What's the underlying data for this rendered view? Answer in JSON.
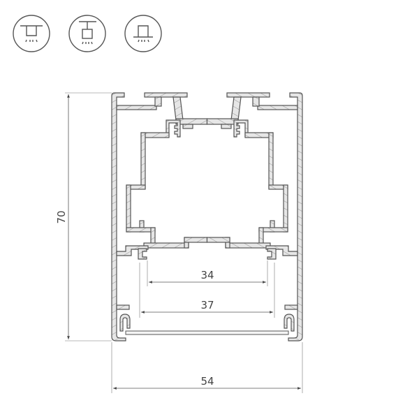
{
  "mounting_icons": [
    {
      "name": "surface-mount-icon"
    },
    {
      "name": "suspended-mount-icon"
    },
    {
      "name": "recessed-mount-icon"
    }
  ],
  "dimensions": {
    "height": "70",
    "width": "54",
    "inner_width_narrow": "34",
    "inner_width_wide": "37"
  },
  "colors": {
    "stroke": "#555555",
    "fill": "#e6e6e6"
  }
}
